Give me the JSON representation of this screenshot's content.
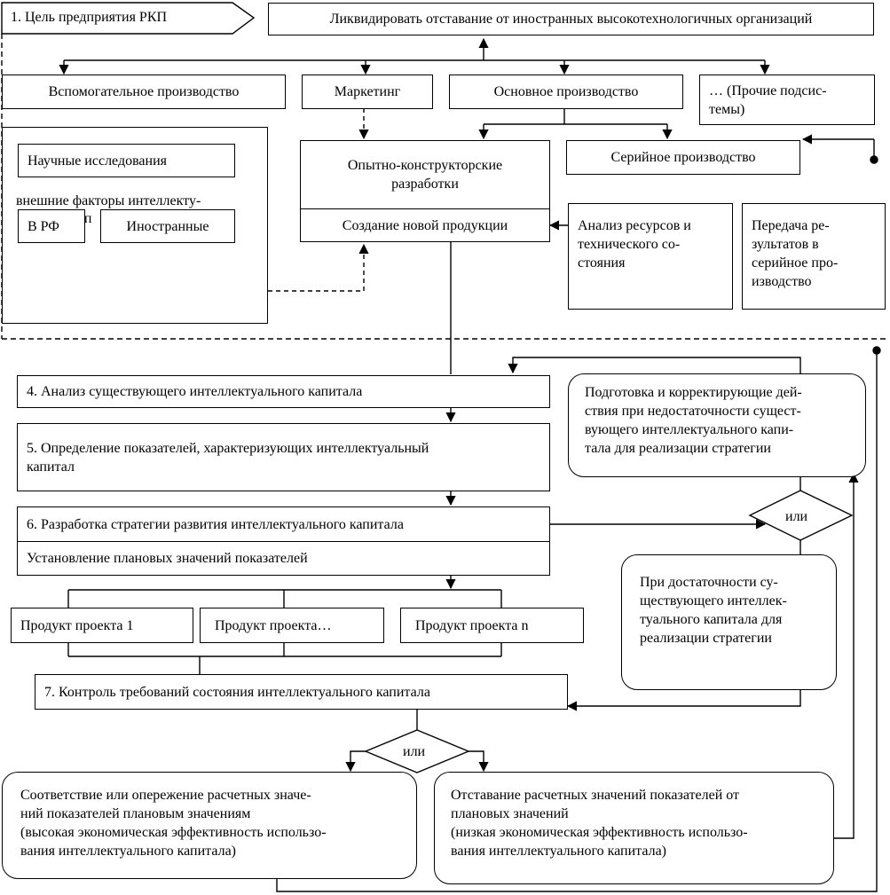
{
  "goal_label": "1. Цель предприятия РКП",
  "goal_text": "Ликвидировать отставание от иностранных высокотехнологичных организаций",
  "subsystems": {
    "aux": "Вспомогательное производство",
    "marketing": "Маркетинг",
    "main": "Основное производство",
    "other": "… (Прочие подсис-\nтемы)"
  },
  "research": {
    "title": "Научные исследования",
    "factors": "внешние факторы интеллекту-",
    "factors_2": "ап",
    "rf": "В РФ",
    "foreign": "Иностранные"
  },
  "rnd": {
    "title": "Опытно-конструкторские\nразработки",
    "new_product": "Создание новой продукции"
  },
  "serial": "Серийное производство",
  "analysis": "Анализ ресурсов и\nтехнического со-\nстояния",
  "transfer": "Передача ре-\nзультатов в\nсерийное про-\nизводство",
  "step4": "4. Анализ существующего интеллектуального капитала",
  "step5": "5. Определение показателей, характеризующих  интеллектуальный\nкапитал",
  "step6": "6. Разработка стратегии развития интеллектуального капитала",
  "step6b": "Установление плановых значений показателей",
  "products": [
    "Продукт проекта 1",
    "Продукт проекта…",
    "Продукт проекта n"
  ],
  "step7": "7. Контроль требований состояния интеллектуального капитала",
  "prep": "Подготовка и корректирующие дей-\nствия при недостаточности сущест-\nвующего интеллектуального капи-\nтала для реализации стратегии",
  "or_top": "или",
  "or_bottom": "или",
  "sufficient": "При достаточности су-\nществующего интеллек-\nтуального капитала для\nреализации стратегии",
  "result_good": "Соответствие или опережение расчетных значе-\nний показателей плановым значениям\n(высокая экономическая эффективность использо-\nвания интеллектуального капитала)",
  "result_bad": "Отставание расчетных значений показателей от\nплановых значений\n(низкая экономическая эффективность использо-\nвания интеллектуального капитала)"
}
